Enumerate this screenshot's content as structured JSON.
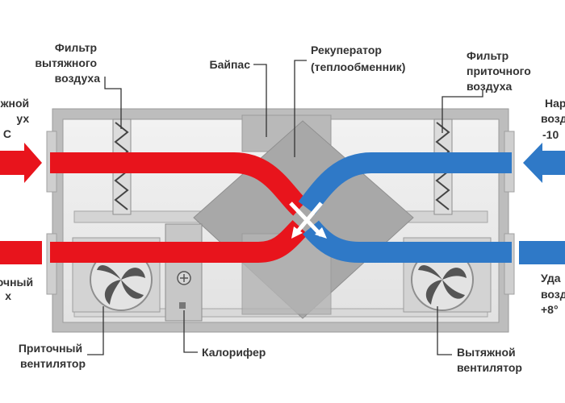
{
  "labels": {
    "filter_exhaust": [
      "Фильтр",
      "вытяжного",
      "воздуха"
    ],
    "bypass": [
      "Байпас"
    ],
    "recuperator": [
      "Рекуператор",
      "(теплообменник)"
    ],
    "filter_supply": [
      "Фильтр",
      "приточного",
      "воздуха"
    ],
    "left_top_partial": [
      "жной",
      "ух",
      "C"
    ],
    "left_bottom_partial": [
      "очный",
      "х"
    ],
    "right_top_partial": [
      "Нар",
      "возд",
      "-10"
    ],
    "right_bottom_partial": [
      "Уда",
      "возд",
      "+8°"
    ],
    "supply_fan": [
      "Приточный",
      "вентилятор"
    ],
    "heater": [
      "Калорифер"
    ],
    "exhaust_fan": [
      "Вытяжной",
      "вентилятор"
    ]
  },
  "colors": {
    "warm_air": "#e8141c",
    "cold_air": "#2f79c7",
    "housing": "#c9c9c9",
    "exchanger": "#a9a9a9",
    "leader": "#333333"
  }
}
